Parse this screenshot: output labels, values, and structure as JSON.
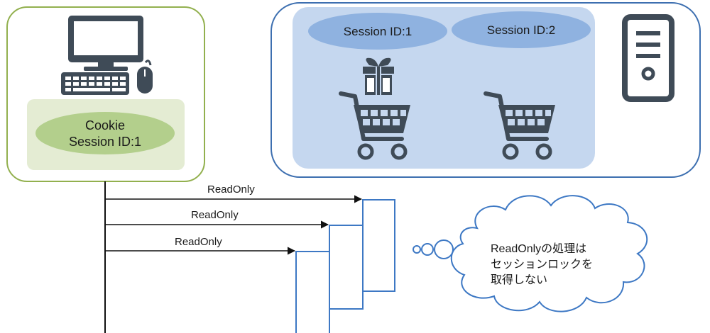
{
  "client": {
    "cookie_label": "Cookie",
    "cookie_session": "Session ID:1",
    "icon": "desktop-computer-icon"
  },
  "server": {
    "sessions": [
      {
        "label": "Session ID:1",
        "icon": "cart-with-gift-icon"
      },
      {
        "label": "Session ID:2",
        "icon": "empty-cart-icon"
      }
    ],
    "icon": "server-tower-icon"
  },
  "requests": [
    {
      "label": "ReadOnly"
    },
    {
      "label": "ReadOnly"
    },
    {
      "label": "ReadOnly"
    }
  ],
  "thought": {
    "line1": "ReadOnlyの処理は",
    "line2": "セッションロックを",
    "line3": "取得しない"
  },
  "colors": {
    "client_border": "#92b04e",
    "client_inner": "#e4ecd3",
    "cookie_ellipse": "#b3cf8c",
    "server_border": "#3d6fb0",
    "server_inner": "#c5d7ef",
    "session_ellipse": "#8fb2e0",
    "icon_dark": "#3f4b57",
    "activation_line": "#3d78c4"
  }
}
